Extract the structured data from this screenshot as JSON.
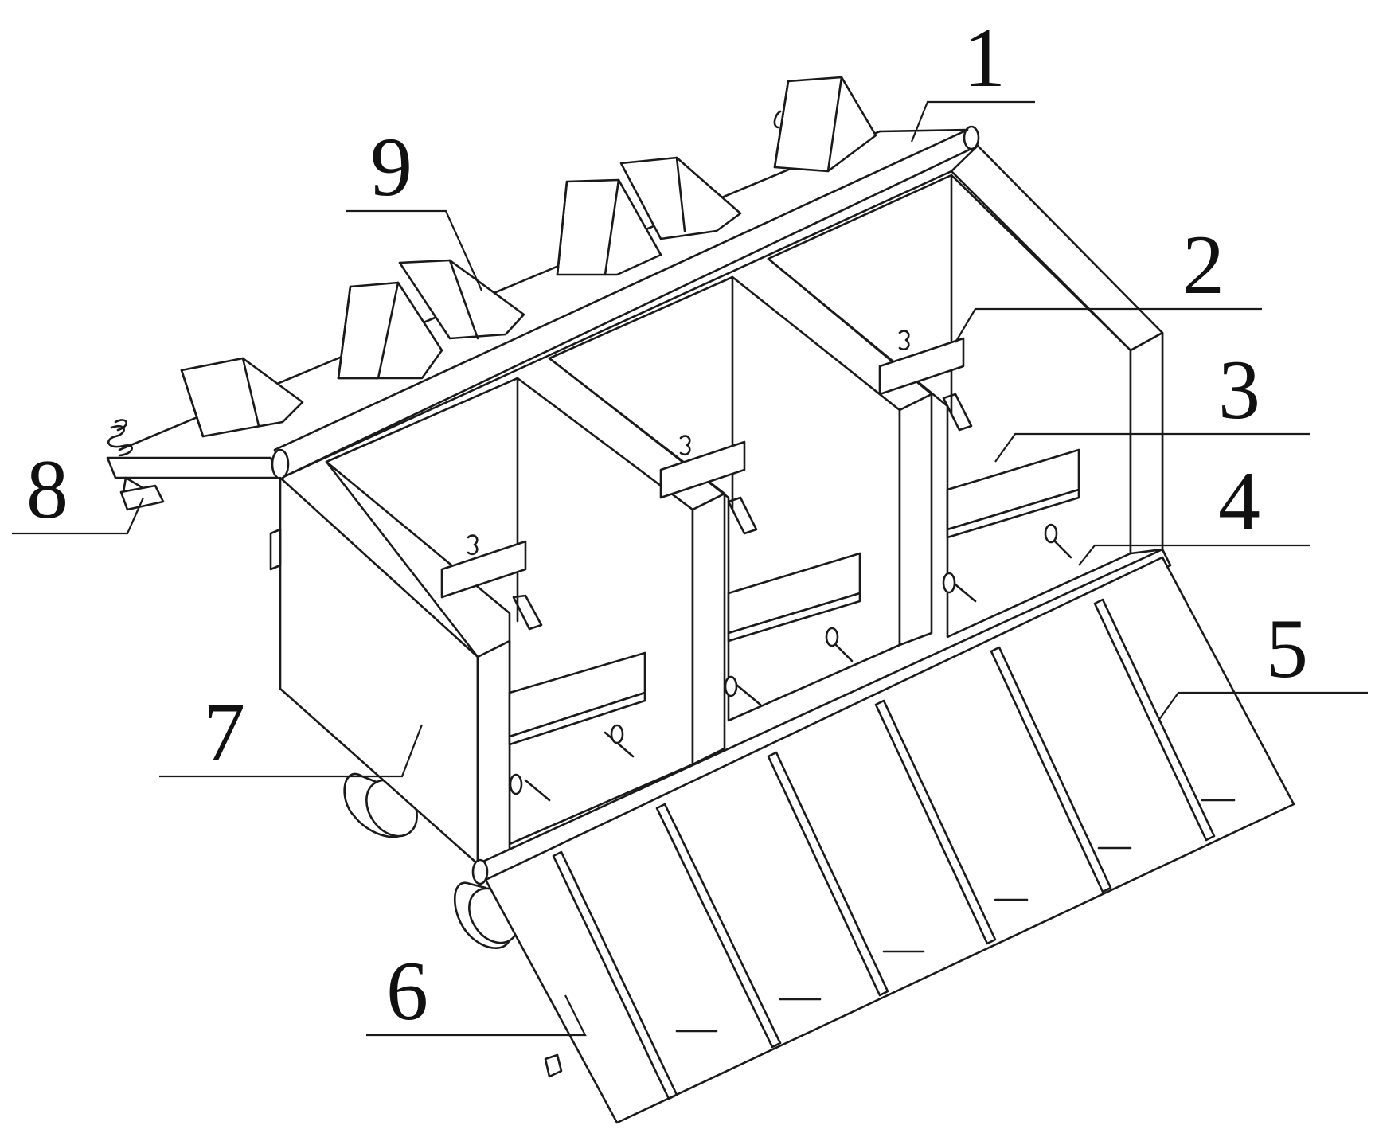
{
  "diagram": {
    "colors": {
      "ink": "#1a1a1a",
      "paper": "#ffffff"
    },
    "callouts": [
      {
        "id": "c1",
        "label": "1"
      },
      {
        "id": "c2",
        "label": "2"
      },
      {
        "id": "c3",
        "label": "3"
      },
      {
        "id": "c4",
        "label": "4"
      },
      {
        "id": "c5",
        "label": "5"
      },
      {
        "id": "c6",
        "label": "6"
      },
      {
        "id": "c7",
        "label": "7"
      },
      {
        "id": "c8",
        "label": "8"
      },
      {
        "id": "c9",
        "label": "9"
      }
    ]
  }
}
